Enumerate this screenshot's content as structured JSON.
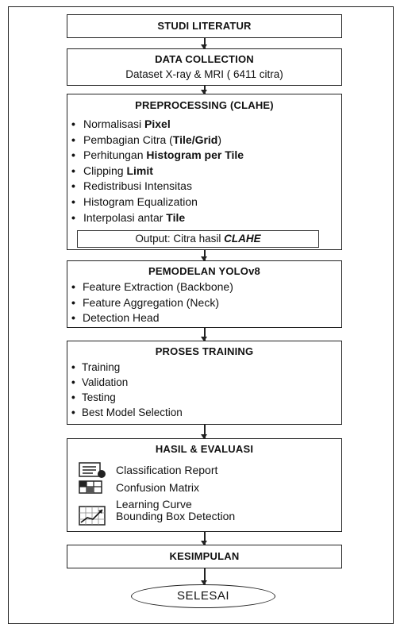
{
  "studi": {
    "title": "STUDI LITERATUR"
  },
  "data_collection": {
    "title": "DATA COLLECTION",
    "subtitle": "Dataset X-ray & MRI ( 6411 citra)"
  },
  "preprocessing": {
    "title": "PREPROCESSING (CLAHE)",
    "items": [
      {
        "pre": "Normalisasi ",
        "bold": "Pixel",
        "post": ""
      },
      {
        "pre": "Pembagian Citra (",
        "bold": "Tile/Grid",
        "post": ")"
      },
      {
        "pre": "Perhitungan ",
        "bold": "Histogram per Tile",
        "post": ""
      },
      {
        "pre": "Clipping ",
        "bold": "Limit",
        "post": ""
      },
      {
        "pre": "Redistribusi Intensitas",
        "bold": "",
        "post": ""
      },
      {
        "pre": "Histogram Equalization",
        "bold": "",
        "post": ""
      },
      {
        "pre": "Interpolasi antar ",
        "bold": "Tile",
        "post": ""
      }
    ],
    "output_prefix": "Output: Citra hasil ",
    "output_emph": "CLAHE"
  },
  "yolo": {
    "title": "PEMODELAN YOLOv8",
    "items": [
      "Feature Extraction (Backbone)",
      "Feature Aggregation (Neck)",
      "Detection Head"
    ]
  },
  "training": {
    "title": "PROSES TRAINING",
    "items": [
      "Training",
      "Validation",
      "Testing",
      "Best Model Selection"
    ]
  },
  "evaluation": {
    "title": "HASIL & EVALUASI",
    "items": [
      {
        "label": "Classification Report",
        "icon": "report-icon"
      },
      {
        "label": "Confusion Matrix",
        "icon": "matrix-icon"
      },
      {
        "label": "Learning Curve",
        "icon": ""
      },
      {
        "label": "Bounding Box Detection",
        "icon": "chart-curve-icon"
      }
    ]
  },
  "conclusion": {
    "title": "KESIMPULAN"
  },
  "end": {
    "label": "SELESAI"
  }
}
